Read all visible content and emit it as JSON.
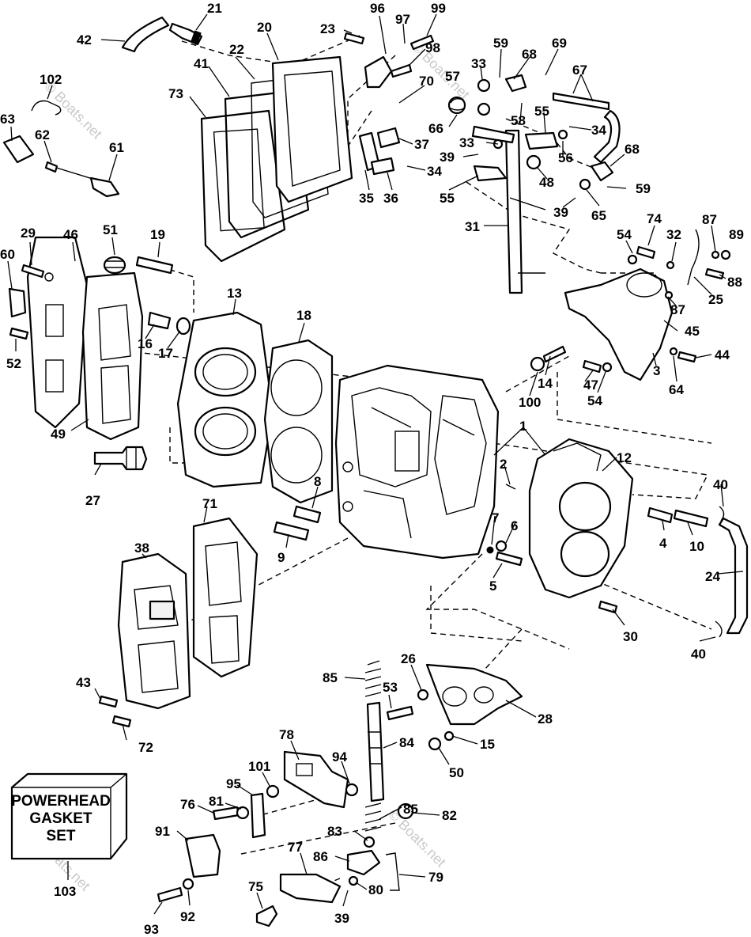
{
  "callout_labels": [
    {
      "id": "l21",
      "text": "21"
    },
    {
      "id": "l42",
      "text": "42"
    },
    {
      "id": "l20",
      "text": "20"
    },
    {
      "id": "l23",
      "text": "23"
    },
    {
      "id": "l96",
      "text": "96"
    },
    {
      "id": "l97",
      "text": "97"
    },
    {
      "id": "l99",
      "text": "99"
    },
    {
      "id": "l22",
      "text": "22"
    },
    {
      "id": "l41",
      "text": "41"
    },
    {
      "id": "l73",
      "text": "73"
    },
    {
      "id": "l98",
      "text": "98"
    },
    {
      "id": "l59a",
      "text": "59"
    },
    {
      "id": "l68a",
      "text": "68"
    },
    {
      "id": "l69",
      "text": "69"
    },
    {
      "id": "l33a",
      "text": "33"
    },
    {
      "id": "l102",
      "text": "102"
    },
    {
      "id": "l70",
      "text": "70"
    },
    {
      "id": "l57",
      "text": "57"
    },
    {
      "id": "l67",
      "text": "67"
    },
    {
      "id": "l63",
      "text": "63"
    },
    {
      "id": "l62",
      "text": "62"
    },
    {
      "id": "l58",
      "text": "58"
    },
    {
      "id": "l55a",
      "text": "55"
    },
    {
      "id": "l66",
      "text": "66"
    },
    {
      "id": "l37",
      "text": "37"
    },
    {
      "id": "l34a",
      "text": "34"
    },
    {
      "id": "l33b",
      "text": "33"
    },
    {
      "id": "l61",
      "text": "61"
    },
    {
      "id": "l56",
      "text": "56"
    },
    {
      "id": "l68b",
      "text": "68"
    },
    {
      "id": "l39a",
      "text": "39"
    },
    {
      "id": "l34b",
      "text": "34"
    },
    {
      "id": "l48",
      "text": "48"
    },
    {
      "id": "l35",
      "text": "35"
    },
    {
      "id": "l36",
      "text": "36"
    },
    {
      "id": "l55b",
      "text": "55"
    },
    {
      "id": "l59b",
      "text": "59"
    },
    {
      "id": "l39b",
      "text": "39"
    },
    {
      "id": "l65",
      "text": "65"
    },
    {
      "id": "l31",
      "text": "31"
    },
    {
      "id": "l74",
      "text": "74"
    },
    {
      "id": "l87a",
      "text": "87"
    },
    {
      "id": "l89",
      "text": "89"
    },
    {
      "id": "l29",
      "text": "29"
    },
    {
      "id": "l46",
      "text": "46"
    },
    {
      "id": "l51",
      "text": "51"
    },
    {
      "id": "l19",
      "text": "19"
    },
    {
      "id": "l54a",
      "text": "54"
    },
    {
      "id": "l32",
      "text": "32"
    },
    {
      "id": "l60",
      "text": "60"
    },
    {
      "id": "l88",
      "text": "88"
    },
    {
      "id": "l25",
      "text": "25"
    },
    {
      "id": "l87b",
      "text": "87"
    },
    {
      "id": "l13",
      "text": "13"
    },
    {
      "id": "l18",
      "text": "18"
    },
    {
      "id": "l45",
      "text": "45"
    },
    {
      "id": "l16",
      "text": "16"
    },
    {
      "id": "l17",
      "text": "17"
    },
    {
      "id": "l52",
      "text": "52"
    },
    {
      "id": "l44",
      "text": "44"
    },
    {
      "id": "l3",
      "text": "3"
    },
    {
      "id": "l14",
      "text": "14"
    },
    {
      "id": "l47",
      "text": "47"
    },
    {
      "id": "l64",
      "text": "64"
    },
    {
      "id": "l100",
      "text": "100"
    },
    {
      "id": "l54b",
      "text": "54"
    },
    {
      "id": "l49",
      "text": "49"
    },
    {
      "id": "l1",
      "text": "1"
    },
    {
      "id": "l12",
      "text": "12"
    },
    {
      "id": "l27",
      "text": "27"
    },
    {
      "id": "l2",
      "text": "2"
    },
    {
      "id": "l40a",
      "text": "40"
    },
    {
      "id": "l8",
      "text": "8"
    },
    {
      "id": "l71",
      "text": "71"
    },
    {
      "id": "l7",
      "text": "7"
    },
    {
      "id": "l6",
      "text": "6"
    },
    {
      "id": "l4",
      "text": "4"
    },
    {
      "id": "l10",
      "text": "10"
    },
    {
      "id": "l38",
      "text": "38"
    },
    {
      "id": "l9",
      "text": "9"
    },
    {
      "id": "l24",
      "text": "24"
    },
    {
      "id": "l5",
      "text": "5"
    },
    {
      "id": "l30",
      "text": "30"
    },
    {
      "id": "l40b",
      "text": "40"
    },
    {
      "id": "l26",
      "text": "26"
    },
    {
      "id": "l85a",
      "text": "85"
    },
    {
      "id": "l53",
      "text": "53"
    },
    {
      "id": "l43",
      "text": "43"
    },
    {
      "id": "l28",
      "text": "28"
    },
    {
      "id": "l72",
      "text": "72"
    },
    {
      "id": "l78",
      "text": "78"
    },
    {
      "id": "l84",
      "text": "84"
    },
    {
      "id": "l15",
      "text": "15"
    },
    {
      "id": "l94",
      "text": "94"
    },
    {
      "id": "l50",
      "text": "50"
    },
    {
      "id": "l101",
      "text": "101"
    },
    {
      "id": "l95",
      "text": "95"
    },
    {
      "id": "l85b",
      "text": "85"
    },
    {
      "id": "l82",
      "text": "82"
    },
    {
      "id": "l76",
      "text": "76"
    },
    {
      "id": "l81",
      "text": "81"
    },
    {
      "id": "l83",
      "text": "83"
    },
    {
      "id": "l91",
      "text": "91"
    },
    {
      "id": "l77",
      "text": "77"
    },
    {
      "id": "l86",
      "text": "86"
    },
    {
      "id": "l79",
      "text": "79"
    },
    {
      "id": "l103",
      "text": "103"
    },
    {
      "id": "l80",
      "text": "80"
    },
    {
      "id": "l75",
      "text": "75"
    },
    {
      "id": "l39c",
      "text": "39"
    },
    {
      "id": "l93",
      "text": "93"
    },
    {
      "id": "l92",
      "text": "92"
    }
  ],
  "gasket_set_box": {
    "line1": "POWERHEAD",
    "line2": "GASKET",
    "line3": "SET"
  },
  "watermark": "© Boats.net"
}
